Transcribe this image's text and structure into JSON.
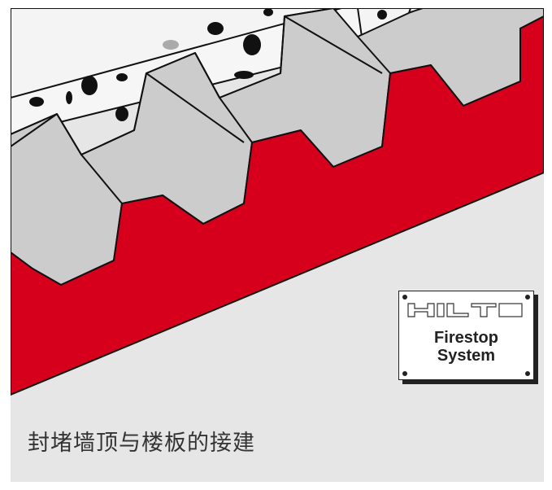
{
  "caption": "封堵墙顶与楼板的接建",
  "plate": {
    "logo_text": "HILTI",
    "line1": "Firestop",
    "line2": "System"
  },
  "colors": {
    "firestop_red": "#d6001c",
    "background": "#e6e6e6",
    "deck_gray": "#c8c8c8"
  }
}
